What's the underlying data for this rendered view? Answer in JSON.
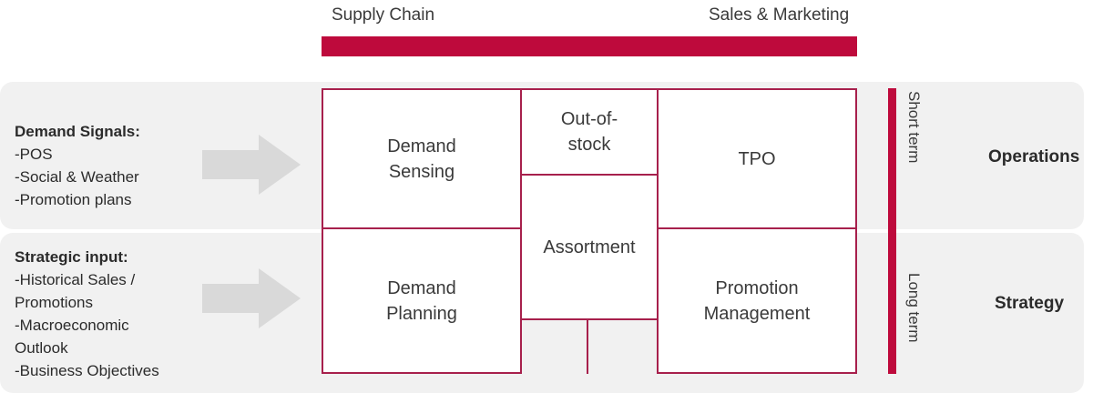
{
  "header": {
    "left_label": "Supply Chain",
    "right_label": "Sales & Marketing"
  },
  "inputs": [
    {
      "title": "Demand Signals:",
      "lines": [
        "-POS",
        "-Social & Weather",
        "-Promotion plans"
      ]
    },
    {
      "title": "Strategic input:",
      "lines": [
        "-Historical Sales /",
        "Promotions",
        "-Macroeconomic",
        "Outlook",
        "-Business Objectives"
      ]
    }
  ],
  "matrix": {
    "demand_sensing": "Demand\nSensing",
    "out_of_stock": "Out-of-\nstock",
    "tpo": "TPO",
    "assortment": "Assortment",
    "demand_planning": "Demand\nPlanning",
    "promotion_management": "Promotion\nManagement"
  },
  "timeline": {
    "top_label": "Short term",
    "bottom_label": "Long term"
  },
  "rows": {
    "operations_title": "Operations",
    "strategy_title": "Strategy"
  },
  "colors": {
    "accent_red": "#be0a3c",
    "border_red": "#a7204c",
    "panel_grey": "#f1f1f1",
    "arrow_grey": "#d9d9d9"
  }
}
